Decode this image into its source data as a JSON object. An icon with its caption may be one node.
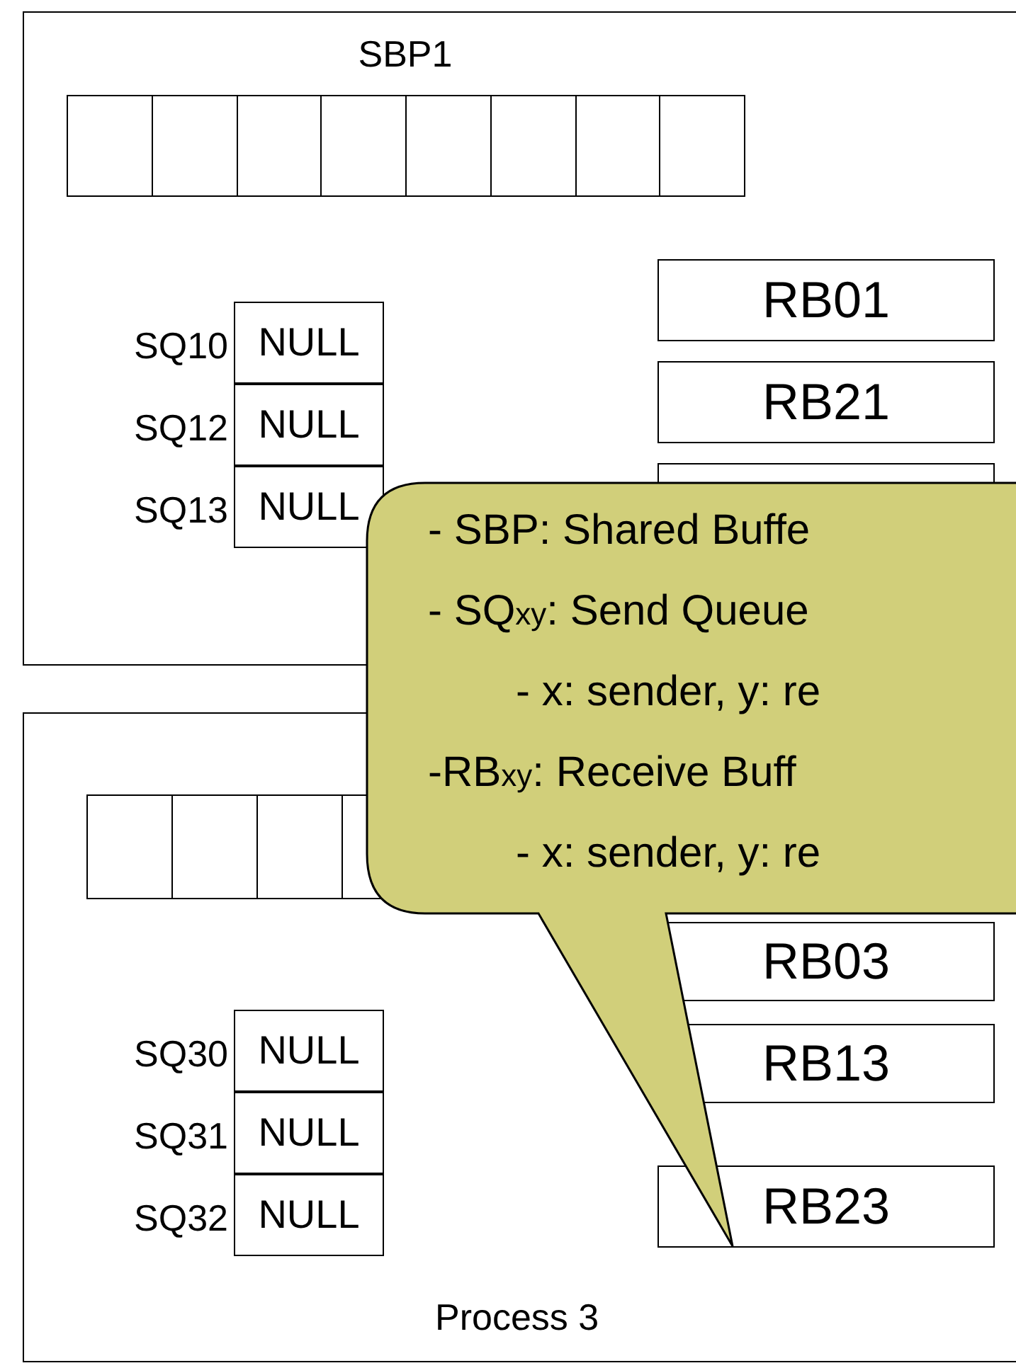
{
  "diagram": {
    "nodes": [
      {
        "text": [],
        "shape": "box"
      },
      {
        "text": [
          "SBP1"
        ],
        "in": 0
      },
      {
        "text": [
          "NULL"
        ],
        "beside": [
          "SQ10"
        ],
        "in": 0
      },
      {
        "text": [
          "NULL"
        ],
        "beside": [
          "SQ12"
        ],
        "in": 0
      },
      {
        "text": [
          "NULL"
        ],
        "beside": [
          "SQ13"
        ],
        "in": 0
      },
      {
        "text": [
          "RB01"
        ],
        "in": 0
      },
      {
        "text": [
          "RB21"
        ],
        "in": 0
      },
      {
        "text": [],
        "shape": "box",
        "in": 0
      },
      {
        "text": [
          "Process 3"
        ]
      },
      {
        "text": [],
        "shape": "box",
        "in": 8
      },
      {
        "text": [
          "NULL"
        ],
        "beside": [
          "SQ30"
        ],
        "in": 8
      },
      {
        "text": [
          "NULL"
        ],
        "beside": [
          "SQ31"
        ],
        "in": 8
      },
      {
        "text": [
          "NULL"
        ],
        "beside": [
          "SQ32"
        ],
        "in": 8
      },
      {
        "text": [
          "RB03"
        ],
        "in": 8
      },
      {
        "text": [
          "RB13"
        ],
        "in": 8
      },
      {
        "text": [
          "RB23"
        ],
        "in": 8
      },
      {
        "text": [
          "- SBP: Shared Buffe",
          "- SQ$_{xy}$: Send Queue",
          "- x: sender, y: re",
          "-RB$_{xy}$: Receive Buff",
          "- x: sender, y: re"
        ]
      }
    ],
    "edges": []
  }
}
